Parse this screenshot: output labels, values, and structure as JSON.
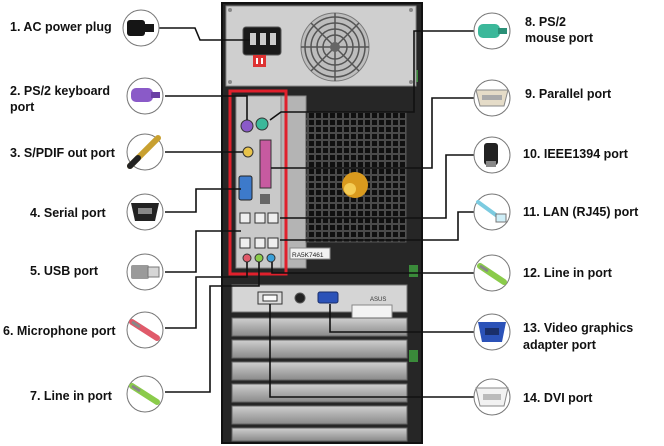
{
  "colors": {
    "callout_box": "#e0202c",
    "leader_line": "#111111",
    "case_body": "#2c2c2c",
    "case_frame": "#d8d8d8",
    "ps2_keyboard": "#8a5ac8",
    "ps2_mouse": "#3bb89a",
    "audio_line_in": "#3aa0d8",
    "audio_mic": "#e05a6a",
    "audio_line_out": "#8acb4a",
    "vga_port": "#2b52b8"
  },
  "labels": {
    "l1": "1. AC power plug",
    "l2a": "2. PS/2 keyboard",
    "l2b": "port",
    "l3": "3. S/PDIF out port",
    "l4": "4. Serial port",
    "l5": "5. USB port",
    "l6": "6. Microphone port",
    "l7": "7. Line in port",
    "r8a": "8. PS/2",
    "r8b": "mouse port",
    "r9": "9. Parallel port",
    "r10": "10. IEEE1394 port",
    "r11": "11. LAN (RJ45) port",
    "r12": "12. Line in port",
    "r13a": "13. Video graphics",
    "r13b": "adapter port",
    "r14": "14. DVI port"
  },
  "plate_text": {
    "asus": "ASUS",
    "serial_no": "RA5K7461"
  },
  "icons": [
    "ac-power-plug-icon",
    "ps2-keyboard-plug-icon",
    "spdif-plug-icon",
    "serial-plug-icon",
    "usb-plug-icon",
    "microphone-plug-icon",
    "line-in-plug-icon",
    "ps2-mouse-plug-icon",
    "parallel-plug-icon",
    "ieee1394-plug-icon",
    "lan-plug-icon",
    "line-in-right-plug-icon",
    "vga-plug-icon",
    "dvi-plug-icon"
  ]
}
